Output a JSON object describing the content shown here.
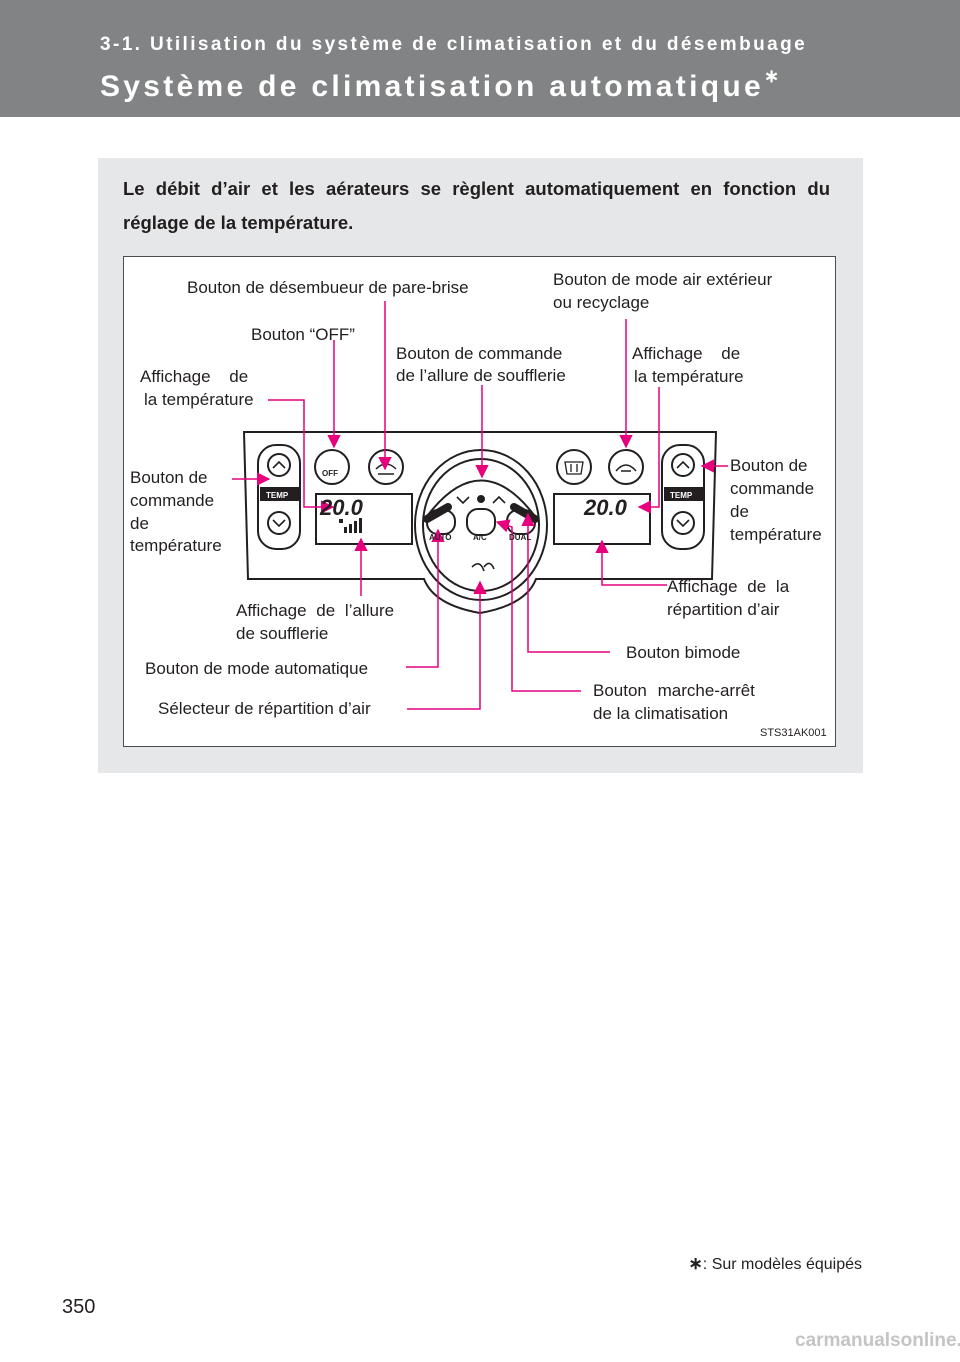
{
  "header": {
    "section": "3-1. Utilisation du système de climatisation et du désembuage",
    "title": "Système de climatisation automatique",
    "title_mark": "∗"
  },
  "intro": "Le débit d’air et les aérateurs se règlent automatiquement en fonction du réglage de la température.",
  "figure": {
    "code": "STS31AK001",
    "labels": {
      "defogger": "Bouton de désembueur de pare-brise",
      "outside_air_1": "Bouton de mode air extérieur",
      "outside_air_2": "ou recyclage",
      "off": "Bouton “OFF”",
      "fan_control_1": "Bouton de commande",
      "fan_control_2": "de l’allure de soufflerie",
      "temp_display_left_1": "Affichage de",
      "temp_display_left_2": "la température",
      "temp_display_right_1": "Affichage de",
      "temp_display_right_2": "la température",
      "temp_control_left_1": "Bouton de",
      "temp_control_left_2": "commande",
      "temp_control_left_3": "de",
      "temp_control_left_4": "température",
      "temp_control_right_1": "Bouton de",
      "temp_control_right_2": "commande",
      "temp_control_right_3": "de",
      "temp_control_right_4": "température",
      "fan_display_1": "Affichage de l’allure",
      "fan_display_2": "de soufflerie",
      "air_dist_display_1": "Affichage de la",
      "air_dist_display_2": "répartition d’air",
      "auto_mode": "Bouton de mode automatique",
      "dual": "Bouton bimode",
      "ac_1": "Bouton marche-arrêt",
      "ac_2": "de la climatisation",
      "air_selector": "Sélecteur de répartition d’air"
    },
    "panel": {
      "temp_left": "20.0",
      "temp_right": "20.0",
      "temp_word": "TEMP",
      "off_word": "OFF",
      "auto_word": "AUTO",
      "ac_word": "A/C",
      "dual_word": "DUAL"
    },
    "callout_color": "#e6007e"
  },
  "footnote": {
    "mark": "∗",
    "text": ": Sur modèles équipés"
  },
  "page_number": "350",
  "watermark": "carmanualsonline.info"
}
